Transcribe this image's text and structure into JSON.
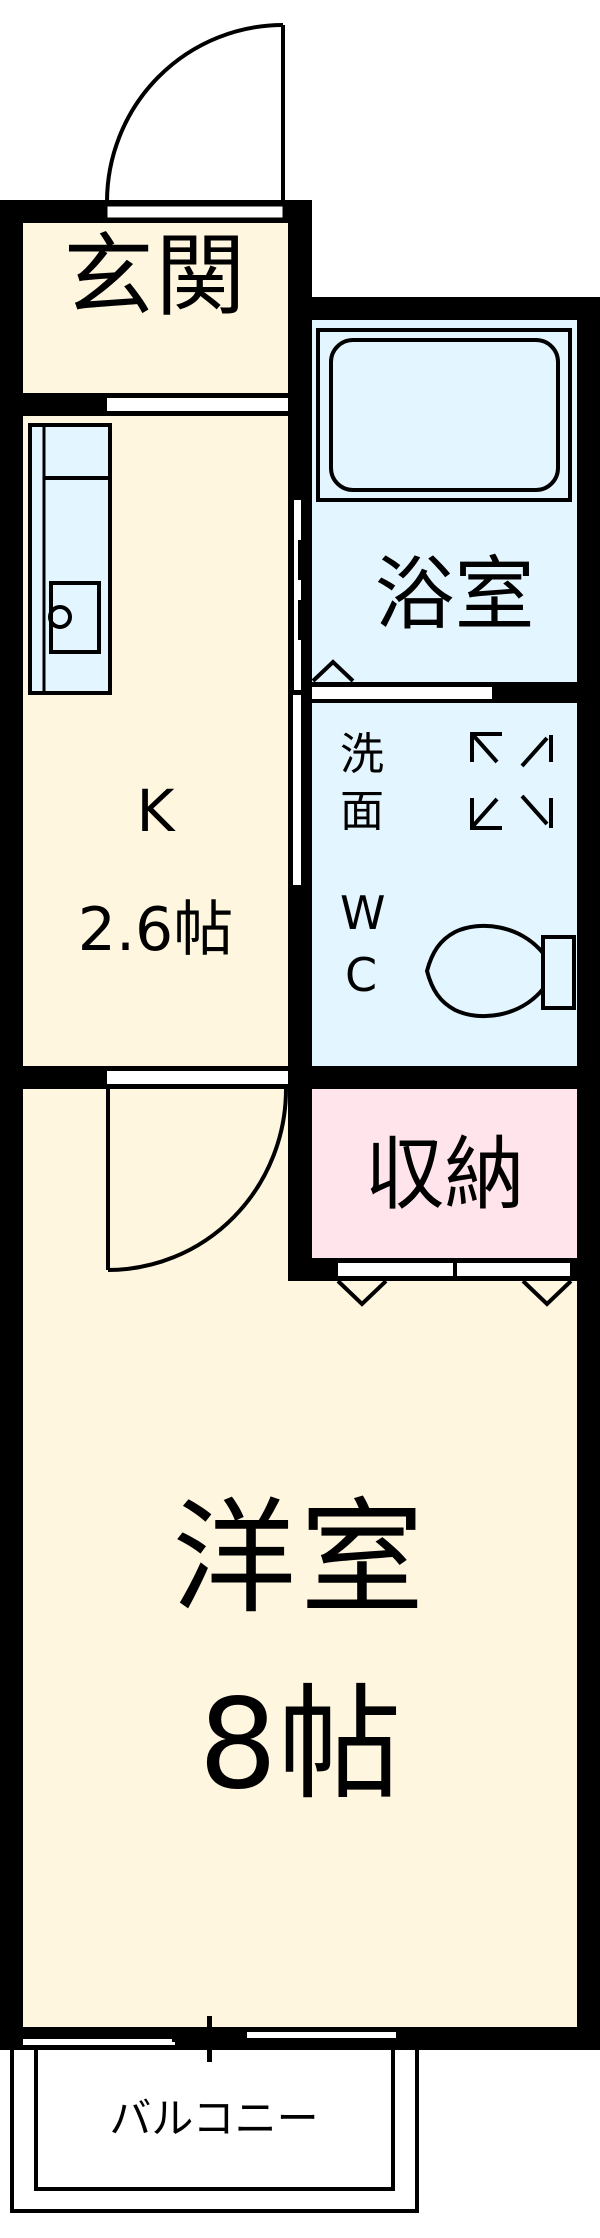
{
  "colors": {
    "wall": "#000000",
    "living_floor": "#fff6e0",
    "wet_area": "#e3f5fe",
    "storage": "#ffe4ec",
    "exterior": "#ffffff"
  },
  "rooms": {
    "entrance": {
      "label": "玄関"
    },
    "bathroom": {
      "label": "浴室"
    },
    "washroom_wc": {
      "label_wash_1": "洗",
      "label_wash_2": "面",
      "label_wc_1": "W",
      "label_wc_2": "C"
    },
    "kitchen": {
      "label": "K",
      "size": "2.6帖"
    },
    "storage": {
      "label": "収納"
    },
    "western_room": {
      "label": "洋室",
      "size": "8帖"
    },
    "balcony": {
      "label": "バルコニー"
    }
  },
  "icons": [
    "entrance-door-swing-icon",
    "bathtub-icon",
    "kitchen-counter-icon",
    "sink-icon",
    "washing-machine-space-icon",
    "toilet-icon",
    "sliding-door-icon",
    "folding-door-icon",
    "room-door-swing-icon",
    "window-sash-icon"
  ]
}
